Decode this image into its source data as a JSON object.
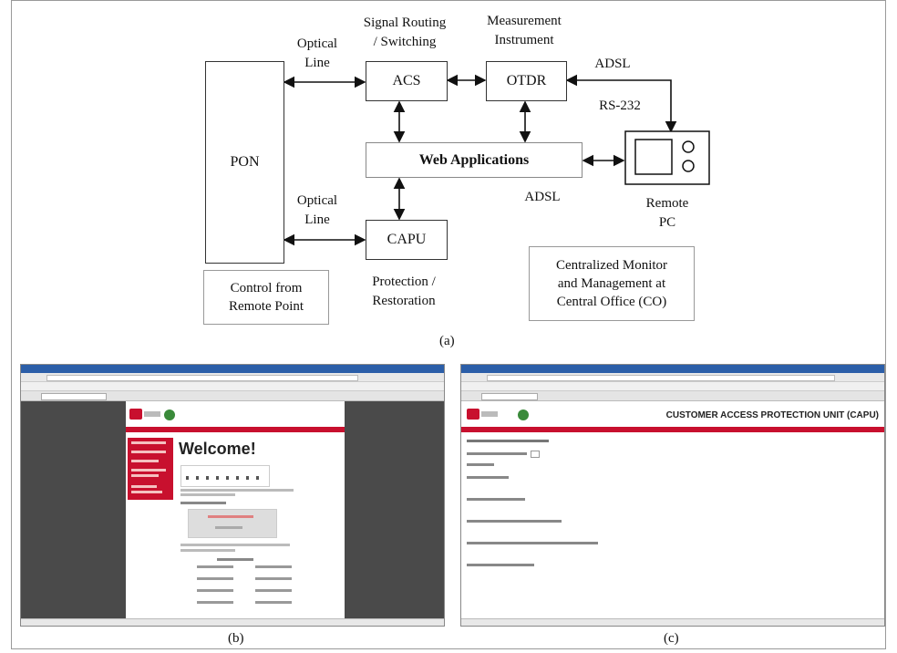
{
  "diagram": {
    "nodes": {
      "pon": "PON",
      "acs": "ACS",
      "otdr": "OTDR",
      "web": "Web Applications",
      "capu": "CAPU"
    },
    "labels": {
      "optical_top": [
        "Optical",
        "Line"
      ],
      "optical_bottom": [
        "Optical",
        "Line"
      ],
      "signal_routing": [
        "Signal Routing",
        "/ Switching"
      ],
      "measurement": [
        "Measurement",
        "Instrument"
      ],
      "adsl_top": "ADSL",
      "rs232": "RS-232",
      "adsl_mid": "ADSL",
      "remote_pc": [
        "Remote",
        "PC"
      ],
      "protection": [
        "Protection /",
        "Restoration"
      ]
    },
    "notes": {
      "control": [
        "Control from",
        "Remote Point"
      ],
      "central": [
        "Centralized Monitor",
        "and Management at",
        "Central Office (CO)"
      ]
    },
    "captions": {
      "a": "(a)",
      "b": "(b)",
      "c": "(c)"
    }
  },
  "screenshot_b": {
    "welcome": "Welcome!"
  },
  "screenshot_c": {
    "header_title": "CUSTOMER ACCESS PROTECTION UNIT (CAPU)"
  },
  "colors": {
    "accent_red": "#c8102e",
    "dark_bg": "#4a4a4a"
  }
}
